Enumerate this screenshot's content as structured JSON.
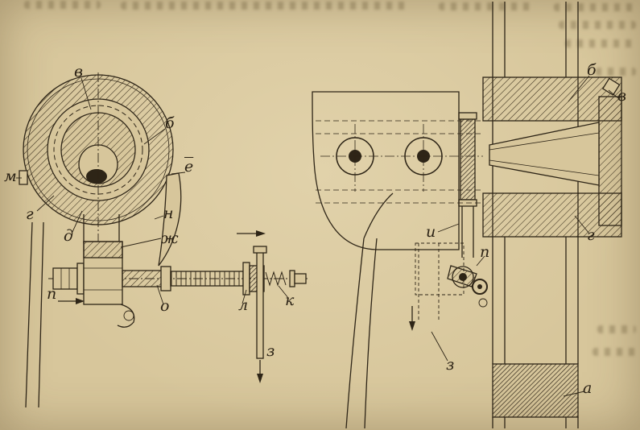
{
  "page": {
    "paper_color": "#d7c69b",
    "ink_color": "#2e2517",
    "description": "Scanned book page with two technical sectional drawings of a machine clamping mechanism"
  },
  "figure_left": {
    "labels": {
      "v": "в",
      "b": "б",
      "e": "е",
      "m": "м",
      "g": "г",
      "d": "д",
      "n": "н",
      "zh": "ж",
      "p": "п",
      "o": "о",
      "l": "л",
      "k": "к",
      "z": "з"
    }
  },
  "figure_right": {
    "labels": {
      "b": "б",
      "v": "в",
      "g": "г",
      "i": "и",
      "p": "п",
      "z": "з",
      "a": "а"
    }
  }
}
